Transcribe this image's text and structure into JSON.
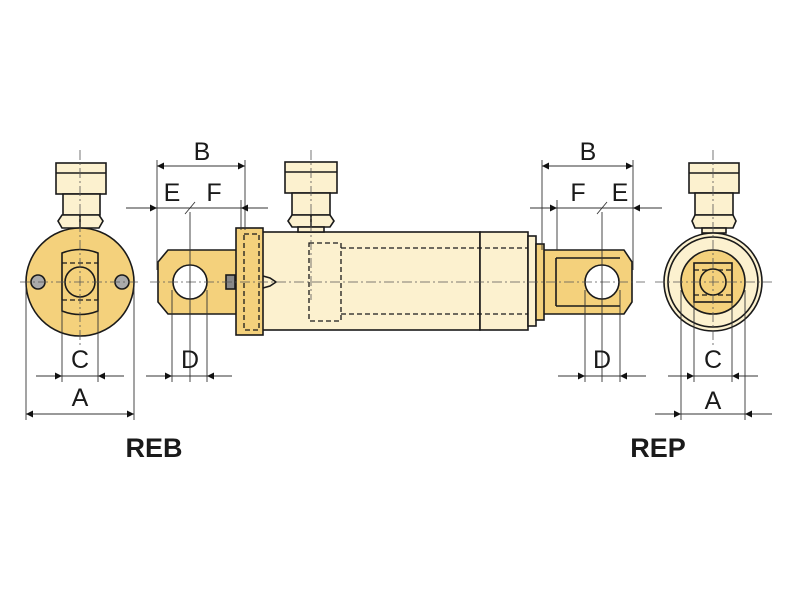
{
  "labels": {
    "reb": "REB",
    "rep": "REP",
    "left_end": {
      "c": "C",
      "a": "A"
    },
    "left_eye": {
      "b": "B",
      "e": "E",
      "f": "F",
      "d": "D"
    },
    "right_eye": {
      "b": "B",
      "e": "E",
      "f": "F",
      "d": "D"
    },
    "right_end": {
      "c": "C",
      "a": "A"
    }
  },
  "colors": {
    "cream": "#fcf1cf",
    "gold": "#f4d17c",
    "line": "#1a1a1a"
  }
}
